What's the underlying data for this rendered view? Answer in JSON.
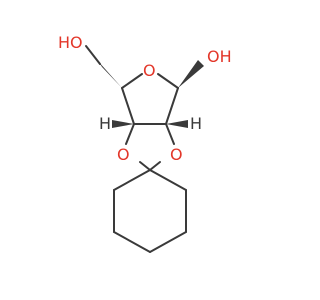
{
  "molecule": {
    "atoms": {
      "hydroxymethyl_oxygen": {
        "label": "HO",
        "element": "O"
      },
      "ring_oxygen": {
        "label": "O",
        "element": "O"
      },
      "anomeric_hydroxyl": {
        "label": "OH",
        "element": "O"
      },
      "left_stereo_h": {
        "label": "H",
        "element": "H"
      },
      "right_stereo_h": {
        "label": "H",
        "element": "H"
      },
      "dioxolane_oxygen_left": {
        "label": "O",
        "element": "O"
      },
      "dioxolane_oxygen_right": {
        "label": "O",
        "element": "O"
      }
    },
    "colors": {
      "carbon_bond": "#3a3a3a",
      "oxygen": "#e3372a",
      "background": "#ffffff"
    }
  }
}
